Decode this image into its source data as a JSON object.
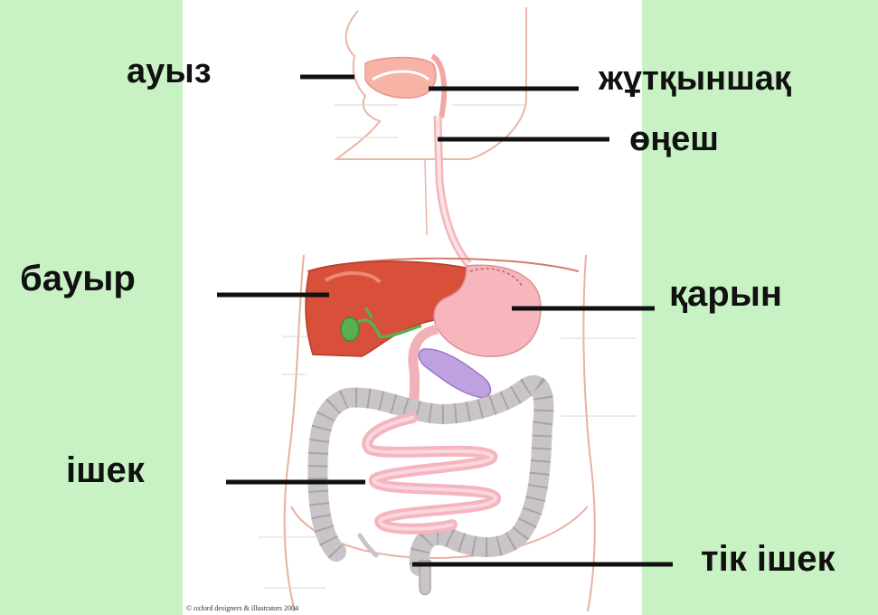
{
  "labels": {
    "mouth": "ауыз",
    "pharynx": "жұтқыншақ",
    "esophagus": "өңеш",
    "liver": "бауыр",
    "stomach": "қарын",
    "intestine": "ішек",
    "rectum": "тік ішек"
  },
  "credit": "© oxford designers & illustrators 2004",
  "colors": {
    "background": "#c8f2c4",
    "liver": "#d8503a",
    "stomach": "#f6b6bc",
    "gallbladder": "#59b04c",
    "pancreas": "#bfa0e0",
    "large_intestine": "#c9c4c8",
    "small_intestine": "#f4b5bf",
    "leader_lines": "#111111"
  }
}
